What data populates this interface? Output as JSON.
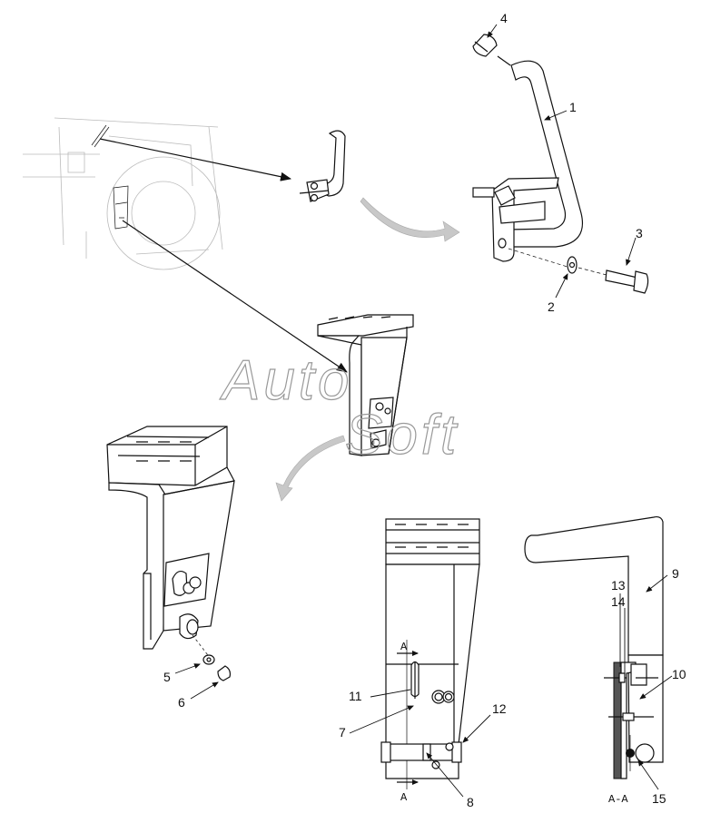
{
  "watermark": {
    "line1": "Auto",
    "line2": "Soft"
  },
  "callouts": [
    {
      "id": "c1",
      "text": "1"
    },
    {
      "id": "c2",
      "text": "2"
    },
    {
      "id": "c3",
      "text": "3"
    },
    {
      "id": "c4",
      "text": "4"
    },
    {
      "id": "c5",
      "text": "5"
    },
    {
      "id": "c6",
      "text": "6"
    },
    {
      "id": "c7",
      "text": "7"
    },
    {
      "id": "c8",
      "text": "8"
    },
    {
      "id": "c9",
      "text": "9"
    },
    {
      "id": "c10",
      "text": "10"
    },
    {
      "id": "c11",
      "text": "11"
    },
    {
      "id": "c12",
      "text": "12"
    },
    {
      "id": "c13",
      "text": "13"
    },
    {
      "id": "c14",
      "text": "14"
    },
    {
      "id": "c15",
      "text": "15"
    }
  ],
  "section": {
    "marker": "A",
    "label": "A-A"
  },
  "colors": {
    "line": "#111111",
    "arrow_fill": "#c8c8c8",
    "watermark": "#999999"
  }
}
